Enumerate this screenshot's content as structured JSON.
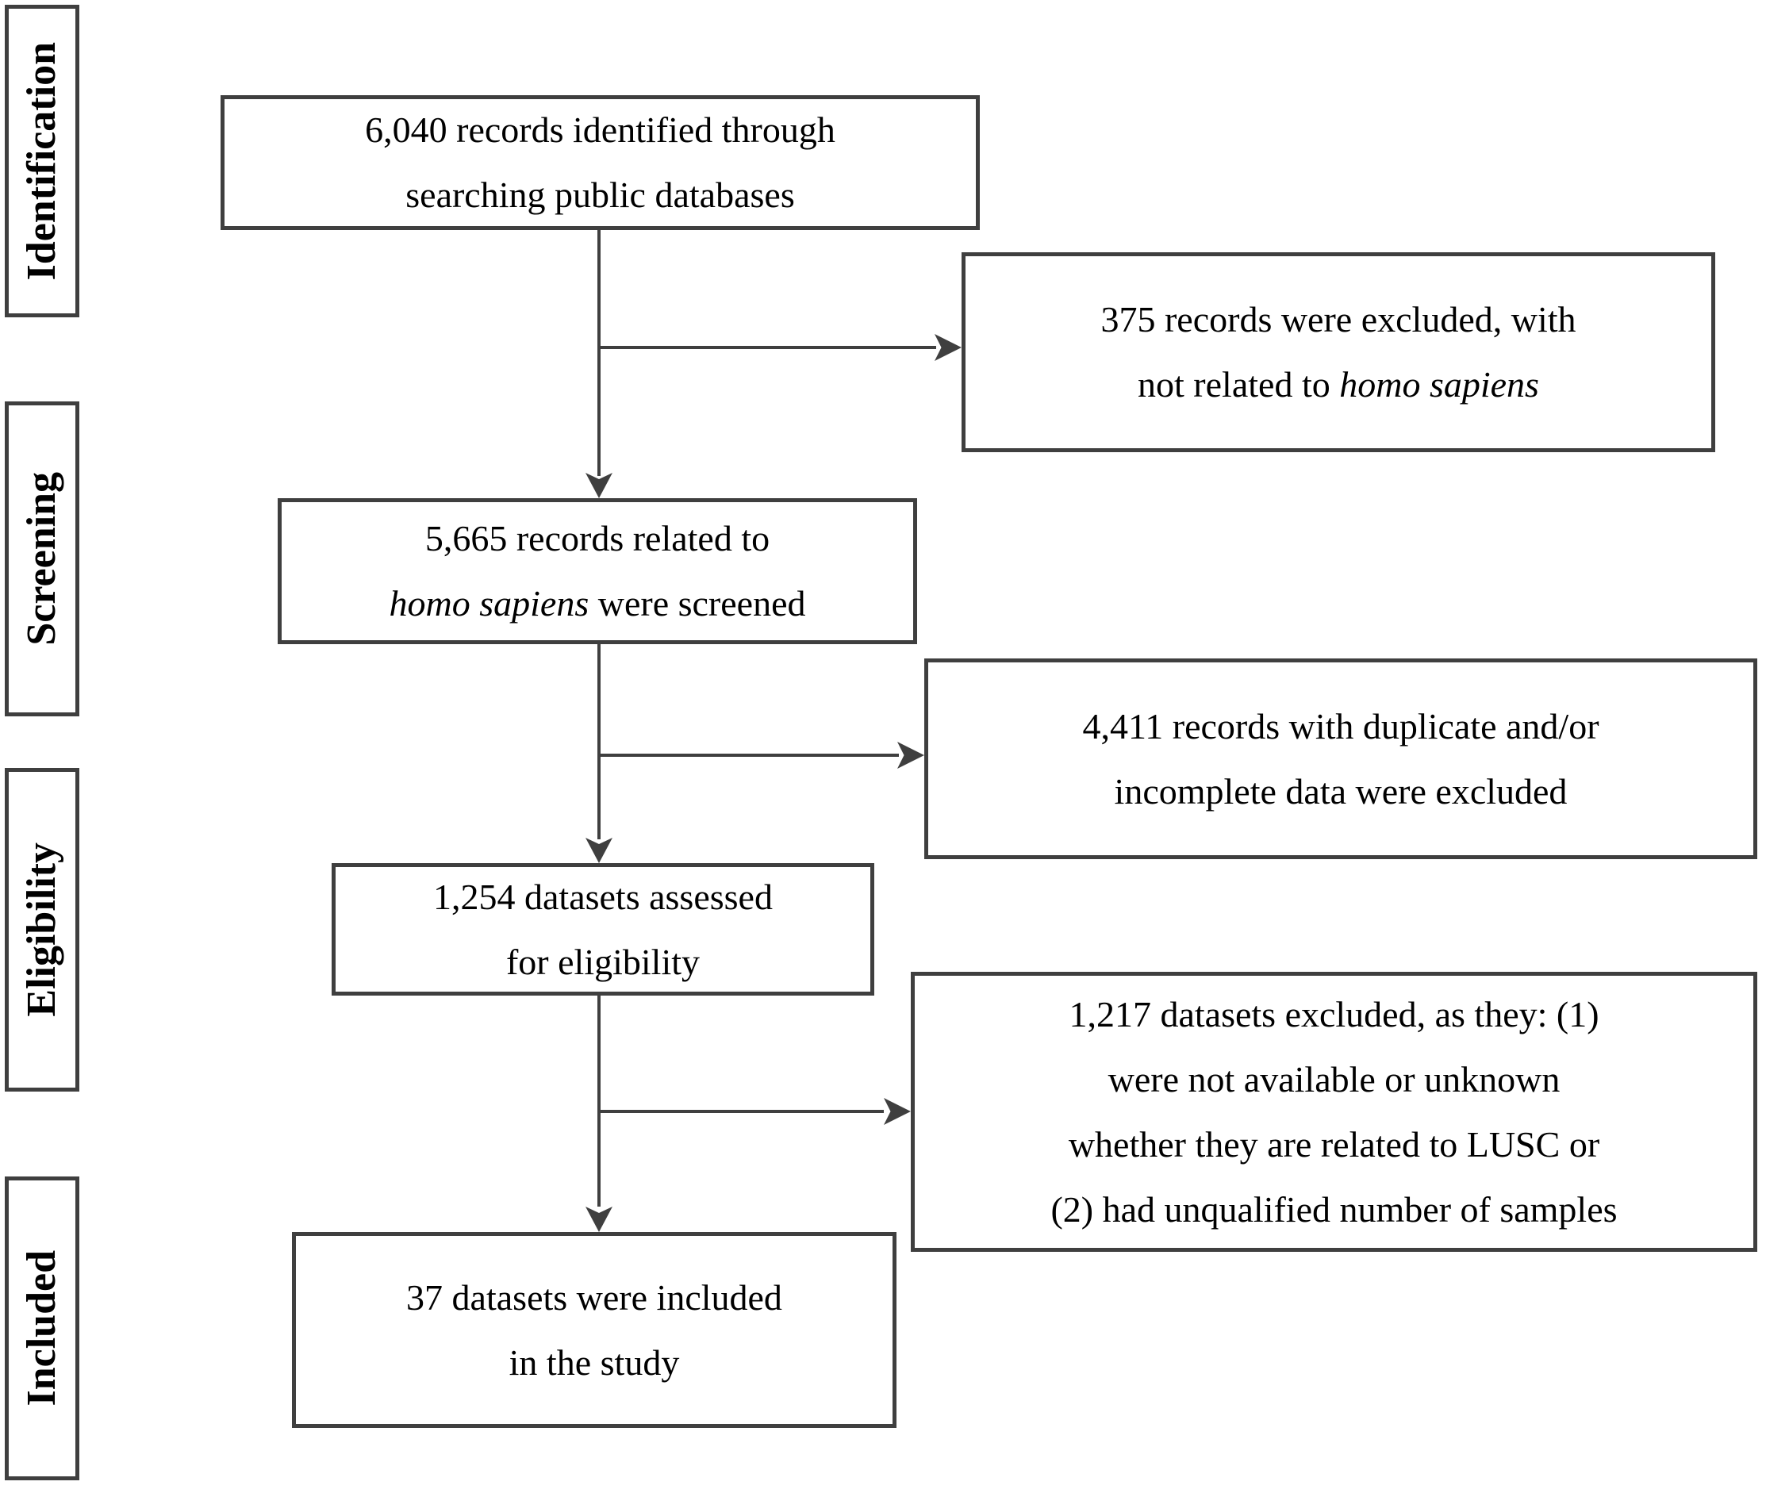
{
  "diagram": {
    "type": "prisma-flowchart",
    "colors": {
      "line": "#3f3f3f",
      "text": "#000000",
      "background": "#ffffff"
    },
    "stages": [
      {
        "label": "Identification"
      },
      {
        "label": "Screening"
      },
      {
        "label": "Eligibility"
      },
      {
        "label": "Included"
      }
    ],
    "boxes": [
      {
        "id": "records-identified",
        "lines": [
          "6,040 records identified through",
          "searching public databases"
        ]
      },
      {
        "id": "records-excluded-not-human",
        "lines": [
          "375 records were excluded, with",
          "not related to *homo sapiens*"
        ]
      },
      {
        "id": "records-screened",
        "lines": [
          "5,665 records related to",
          "*homo sapiens* were screened"
        ]
      },
      {
        "id": "records-excluded-duplicate",
        "lines": [
          "4,411 records with duplicate and/or",
          "incomplete data were excluded"
        ]
      },
      {
        "id": "datasets-assessed",
        "lines": [
          "1,254 datasets assessed",
          "for eligibility"
        ]
      },
      {
        "id": "datasets-excluded",
        "lines": [
          "1,217 datasets excluded, as they: (1)",
          "were not available or unknown",
          "whether they are related to LUSC or",
          "(2) had unqualified number of samples"
        ]
      },
      {
        "id": "datasets-included",
        "lines": [
          "37 datasets were included",
          "in the study"
        ]
      }
    ]
  }
}
